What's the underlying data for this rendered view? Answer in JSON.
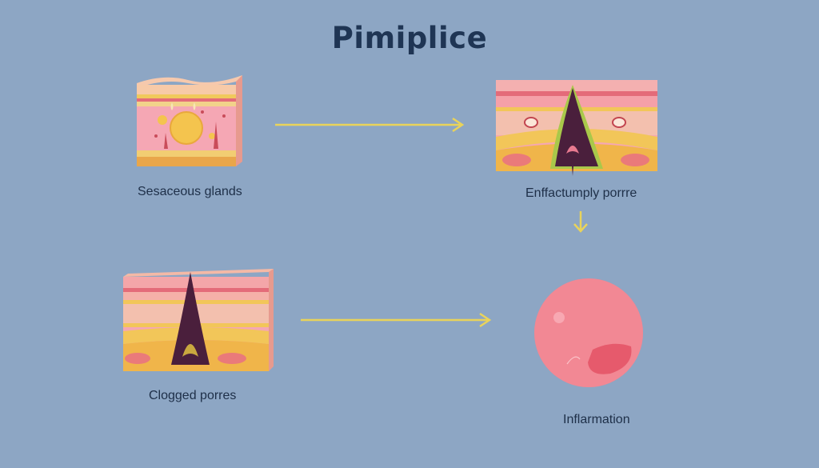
{
  "diagram": {
    "title": "Pimiplice",
    "stages": [
      {
        "id": "sebaceous",
        "label": "Sesaceous glands"
      },
      {
        "id": "enflamed",
        "label": "Enffactumply porrre"
      },
      {
        "id": "clogged",
        "label": "Clogged porres"
      },
      {
        "id": "inflammation",
        "label": "Inflarmation"
      }
    ]
  },
  "colors": {
    "background": "#8da6c4",
    "title": "#1f3554",
    "arrow": "#e9d35a",
    "skin_top": "#f4b9a6",
    "skin_pink": "#f39aa6",
    "fat_yellow": "#f2c659",
    "pore_dark": "#4a1f3c",
    "inflamed_green": "#a9c84a",
    "bump": "#f07c8a"
  }
}
